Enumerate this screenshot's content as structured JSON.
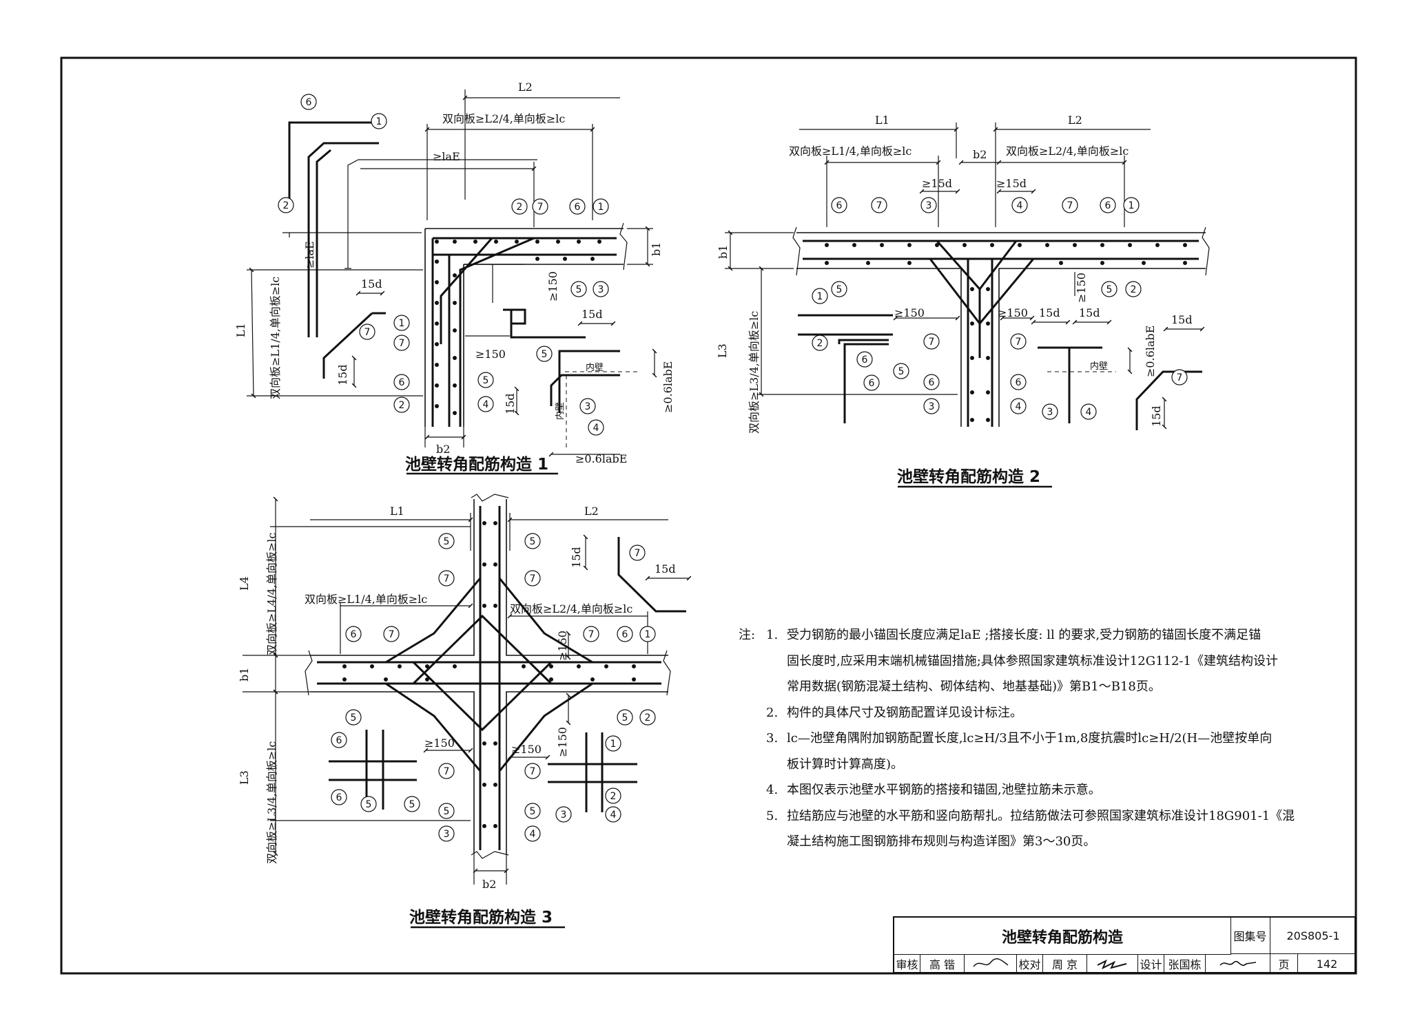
{
  "figures": {
    "fig1": {
      "title": "池壁转角配筋构造 1",
      "dims": {
        "L2": "L2",
        "top_req": "双向板≥L2/4,单向板≥lc",
        "laE": "≥laE",
        "L1": "L1",
        "left_req": "双向板≥L1/4,单向板≥lc",
        "laE_v": "≥laE",
        "d15_a": "15d",
        "d15_b": "15d",
        "d15_c": "15d",
        "d15_d": "15d",
        "ge150_a": "≥150",
        "ge150_b": "≥150",
        "b1": "b1",
        "b2": "b2",
        "labE_a": "≥0.6labE",
        "labE_b": "≥0.6labE",
        "inner_wall_a": "内壁",
        "inner_wall_b": "内壁"
      }
    },
    "fig2": {
      "title": "池壁转角配筋构造 2",
      "dims": {
        "L1": "L1",
        "L2": "L2",
        "b2": "b2",
        "req_l": "双向板≥L1/4,单向板≥lc",
        "req_r": "双向板≥L2/4,单向板≥lc",
        "d15_a": "≥15d",
        "d15_b": "≥15d",
        "d15_c": "15d",
        "d15_d": "15d",
        "d15_e": "15d",
        "d15_f": "15d",
        "ge150_a": "≥150",
        "ge150_b": "≥150",
        "ge150_c": "≥150",
        "b1": "b1",
        "L3": "L3",
        "left_req": "双向板≥L3/4,单向板≥lc",
        "labE": "≥0.6labE",
        "inner_wall": "内壁"
      }
    },
    "fig3": {
      "title": "池壁转角配筋构造 3",
      "dims": {
        "L1": "L1",
        "L2": "L2",
        "L4": "L4",
        "L3": "L3",
        "b1": "b1",
        "b2": "b2",
        "req_top": "双向板≥L4/4,单向板≥lc",
        "req_l": "双向板≥L1/4,单向板≥lc",
        "req_r": "双向板≥L2/4,单向板≥lc",
        "req_bot": "双向板≥L3/4,单向板≥lc",
        "d15_a": "15d",
        "d15_b": "15d",
        "ge150_a": "≥150",
        "ge150_b": "≥150",
        "ge150_c": "≥150",
        "ge150_d": "≥150"
      }
    }
  },
  "notes": {
    "lead": "注:",
    "items": [
      {
        "num": "1.",
        "lines": [
          "受力钢筋的最小锚固长度应满足laE ;搭接长度: ll 的要求,受力钢筋的锚固长度不满足锚",
          "固长度时,应采用末端机械锚固措施;具体参照国家建筑标准设计12G112-1《建筑结构设计",
          "常用数据(钢筋混凝土结构、砌体结构、地基基础)》第B1～B18页。"
        ]
      },
      {
        "num": "2.",
        "lines": [
          "构件的具体尺寸及钢筋配置详见设计标注。"
        ]
      },
      {
        "num": "3.",
        "lines": [
          "lc—池壁角隅附加钢筋配置长度,lc≥H/3且不小于1m,8度抗震时lc≥H/2(H—池壁按单向",
          "板计算时计算高度)。"
        ]
      },
      {
        "num": "4.",
        "lines": [
          "本图仅表示池壁水平钢筋的搭接和锚固,池壁拉筋未示意。"
        ]
      },
      {
        "num": "5.",
        "lines": [
          "拉结筋应与池壁的水平筋和竖向筋帮扎。拉结筋做法可参照国家建筑标准设计18G901-1《混",
          "凝土结构施工图钢筋排布规则与构造详图》第3～30页。"
        ]
      }
    ]
  },
  "title_block": {
    "title": "池壁转角配筋构造",
    "atlas_label": "图集号",
    "atlas_no": "20S805-1",
    "review_label": "审核",
    "review_name": "高 锴",
    "check_label": "校对",
    "check_name": "周 京",
    "design_label": "设计",
    "design_name": "张国栋",
    "page_label": "页",
    "page_no": "142"
  }
}
